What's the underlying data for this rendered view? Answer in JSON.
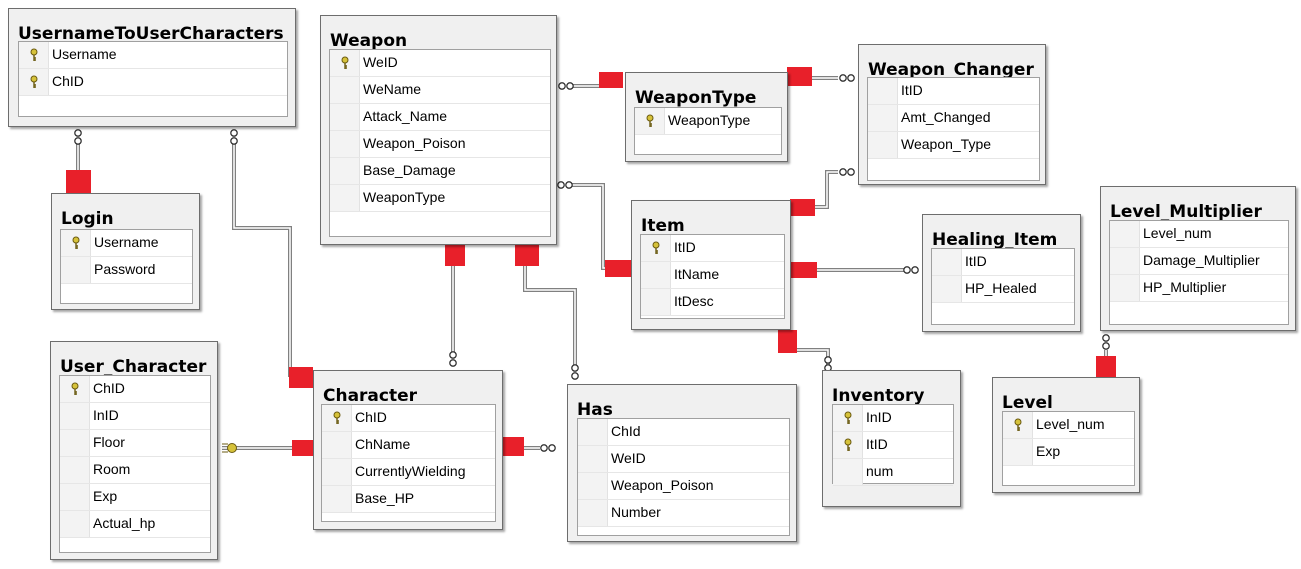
{
  "colors": {
    "table_bg": "#f0f0f0",
    "grid_bg": "#ffffff",
    "relationship_end": "#e8202a",
    "key_icon": "#d6c23a",
    "connector": "#808080"
  },
  "tables": [
    {
      "name": "UsernameToUserCharacters",
      "fields": [
        {
          "name": "Username",
          "pk": true
        },
        {
          "name": "ChID",
          "pk": true
        }
      ]
    },
    {
      "name": "Weapon",
      "fields": [
        {
          "name": "WeID",
          "pk": true
        },
        {
          "name": "WeName",
          "pk": false
        },
        {
          "name": "Attack_Name",
          "pk": false
        },
        {
          "name": "Weapon_Poison",
          "pk": false
        },
        {
          "name": "Base_Damage",
          "pk": false
        },
        {
          "name": "WeaponType",
          "pk": false
        }
      ]
    },
    {
      "name": "WeaponType",
      "fields": [
        {
          "name": "WeaponType",
          "pk": true
        }
      ]
    },
    {
      "name": "Weapon_Changer",
      "fields": [
        {
          "name": "ItID",
          "pk": false
        },
        {
          "name": "Amt_Changed",
          "pk": false
        },
        {
          "name": "Weapon_Type",
          "pk": false
        }
      ]
    },
    {
      "name": "Login",
      "fields": [
        {
          "name": "Username",
          "pk": true
        },
        {
          "name": "Password",
          "pk": false
        }
      ]
    },
    {
      "name": "Item",
      "fields": [
        {
          "name": "ItID",
          "pk": true
        },
        {
          "name": "ItName",
          "pk": false
        },
        {
          "name": "ItDesc",
          "pk": false
        }
      ]
    },
    {
      "name": "Healing_Item",
      "fields": [
        {
          "name": "ItID",
          "pk": false
        },
        {
          "name": "HP_Healed",
          "pk": false
        }
      ]
    },
    {
      "name": "Level_Multiplier",
      "fields": [
        {
          "name": "Level_num",
          "pk": false
        },
        {
          "name": "Damage_Multiplier",
          "pk": false
        },
        {
          "name": "HP_Multiplier",
          "pk": false
        }
      ]
    },
    {
      "name": "User_Character",
      "fields": [
        {
          "name": "ChID",
          "pk": true
        },
        {
          "name": "InID",
          "pk": false
        },
        {
          "name": "Floor",
          "pk": false
        },
        {
          "name": "Room",
          "pk": false
        },
        {
          "name": "Exp",
          "pk": false
        },
        {
          "name": "Actual_hp",
          "pk": false
        }
      ]
    },
    {
      "name": "Character",
      "fields": [
        {
          "name": "ChID",
          "pk": true
        },
        {
          "name": "ChName",
          "pk": false
        },
        {
          "name": "CurrentlyWielding",
          "pk": false
        },
        {
          "name": "Base_HP",
          "pk": false
        }
      ]
    },
    {
      "name": "Has",
      "fields": [
        {
          "name": "ChId",
          "pk": false
        },
        {
          "name": "WeID",
          "pk": false
        },
        {
          "name": "Weapon_Poison",
          "pk": false
        },
        {
          "name": "Number",
          "pk": false
        }
      ]
    },
    {
      "name": "Inventory",
      "fields": [
        {
          "name": "InID",
          "pk": true
        },
        {
          "name": "ItID",
          "pk": true
        },
        {
          "name": "num",
          "pk": false
        }
      ]
    },
    {
      "name": "Level",
      "fields": [
        {
          "name": "Level_num",
          "pk": true
        },
        {
          "name": "Exp",
          "pk": false
        }
      ]
    }
  ]
}
